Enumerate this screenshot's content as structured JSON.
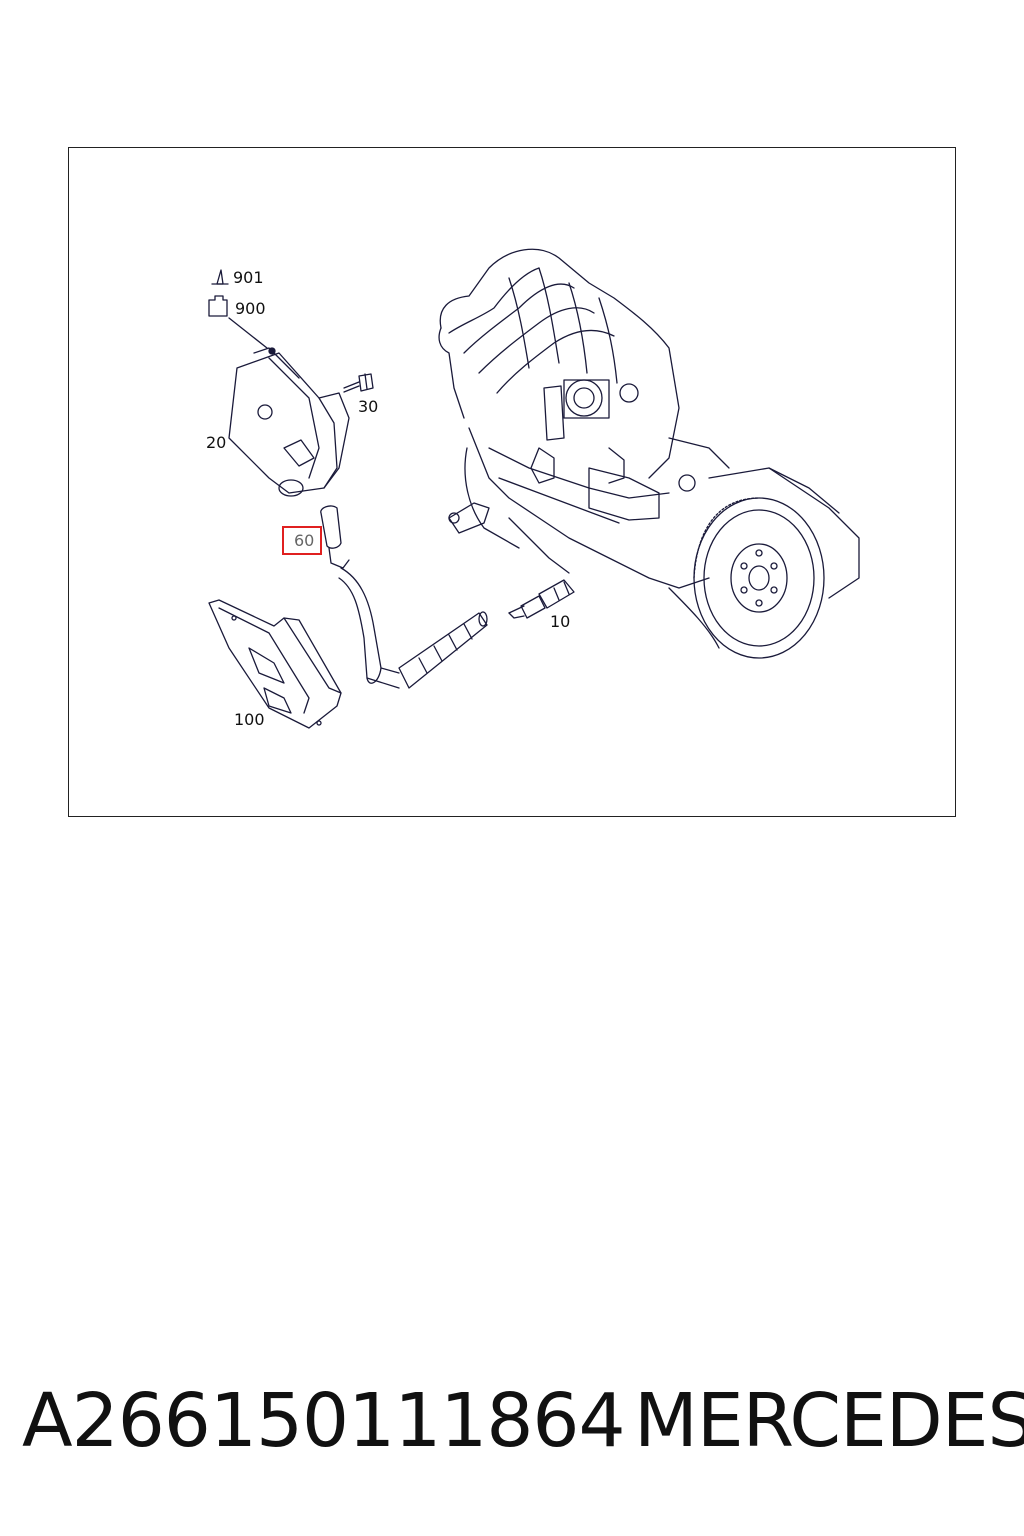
{
  "diagram": {
    "callouts": {
      "c901": "901",
      "c900": "900",
      "c30": "30",
      "c20": "20",
      "c60": "60",
      "c10": "10",
      "c100": "100"
    },
    "highlighted_callout": "60",
    "highlight_color": "#e02020",
    "line_color": "#1a1a3a"
  },
  "footer": {
    "part_number": "A266150111864",
    "brand": "MERCEDES"
  }
}
